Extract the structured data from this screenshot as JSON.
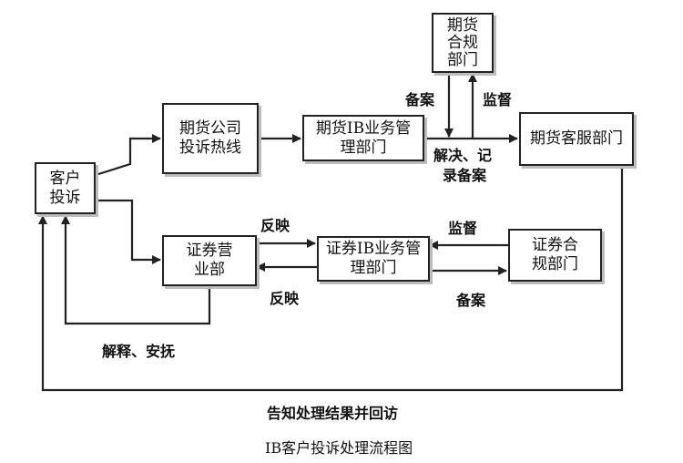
{
  "nodes": {
    "customer_complaint": "客户投诉",
    "futures_hotline": "期货公司投诉热线",
    "futures_ib_dept": "期货IB业务管理部门",
    "futures_compliance": "期货合规部门",
    "futures_service": "期货客服部门",
    "securities_branch": "证券营业部",
    "securities_ib_dept": "证券IB业务管理部门",
    "securities_compliance": "证券合规部门"
  },
  "labels": {
    "filing_top": "备案",
    "supervision_top": "监督",
    "resolve_record_1": "解决、记",
    "resolve_record_2": "录备案",
    "feedback_upper": "反映",
    "feedback_lower": "反映",
    "supervision_bottom": "监督",
    "filing_bottom": "备案",
    "explain_comfort": "解释、安抚",
    "notify_revisit": "告知处理结果并回访"
  },
  "caption": "IB客户投诉处理流程图"
}
